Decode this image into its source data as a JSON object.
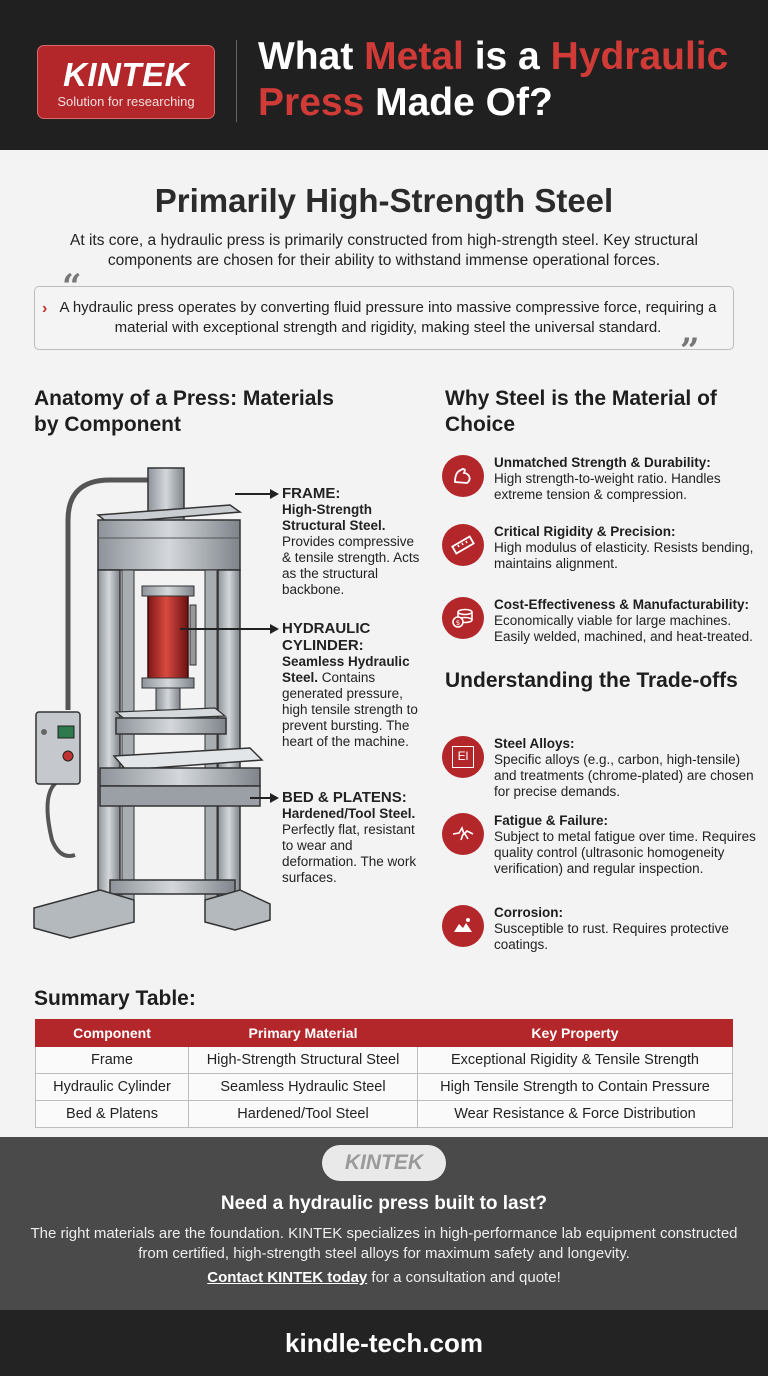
{
  "header": {
    "logo_word": "KINTEK",
    "logo_tagline": "Solution for researching",
    "title_part1": "What ",
    "title_part2": "Metal",
    "title_part3": " is a ",
    "title_part4": "Hydraulic Press",
    "title_part5": " Made Of?"
  },
  "hero": {
    "title": "Primarily High-Strength Steel",
    "text": "At its core, a hydraulic press is primarily constructed from high-strength steel. Key structural components are chosen for their ability to withstand immense operational forces.",
    "quote": "A hydraulic press operates by converting fluid pressure into massive compressive force, requiring a material with exceptional strength and rigidity, making steel the universal standard."
  },
  "anatomy": {
    "heading": "Anatomy of a Press: Materials by Component",
    "callouts": [
      {
        "heading": "FRAME:",
        "material": "High-Strength Structural Steel.",
        "description": "Provides compressive & tensile strength. Acts as the structural backbone."
      },
      {
        "heading": "HYDRAULIC CYLINDER:",
        "material": "Seamless Hydraulic Steel.",
        "description": "Contains generated pressure, high tensile strength to prevent bursting. The heart of the machine."
      },
      {
        "heading": "BED & PLATENS:",
        "material": "Hardened/Tool Steel.",
        "description": "Perfectly flat, resistant to wear and deformation. The work surfaces."
      }
    ]
  },
  "why_steel": {
    "heading": "Why Steel is the Material of Choice",
    "items": [
      {
        "title": "Unmatched Strength & Durability:",
        "text": "High strength-to-weight ratio. Handles extreme tension & compression.",
        "icon": "flexed-arm-icon"
      },
      {
        "title": "Critical Rigidity & Precision:",
        "text": "High modulus of elasticity. Resists bending, maintains alignment.",
        "icon": "ruler-icon"
      },
      {
        "title": "Cost-Effectiveness & Manufacturability:",
        "text": "Economically viable for large machines. Easily welded, machined, and heat-treated.",
        "icon": "coins-icon"
      }
    ]
  },
  "tradeoffs": {
    "heading": "Understanding the Trade-offs",
    "items": [
      {
        "title": "Steel Alloys:",
        "text": "Specific alloys (e.g., carbon, high-tensile) and treatments (chrome-plated) are chosen for precise demands.",
        "icon": "element-icon",
        "icon_text": "El"
      },
      {
        "title": "Fatigue & Failure:",
        "text": "Subject to metal fatigue over time. Requires quality control (ultrasonic homogeneity verification) and regular inspection.",
        "icon": "crack-icon"
      },
      {
        "title": "Corrosion:",
        "text": "Susceptible to rust. Requires protective coatings.",
        "icon": "rust-icon"
      }
    ]
  },
  "summary": {
    "heading": "Summary Table:",
    "columns": [
      "Component",
      "Primary Material",
      "Key Property"
    ],
    "rows": [
      [
        "Frame",
        "High-Strength Structural Steel",
        "Exceptional Rigidity & Tensile Strength"
      ],
      [
        "Hydraulic Cylinder",
        "Seamless Hydraulic Steel",
        "High Tensile Strength to Contain Pressure"
      ],
      [
        "Bed & Platens",
        "Hardened/Tool Steel",
        "Wear Resistance & Force Distribution"
      ]
    ]
  },
  "cta": {
    "logo": "KINTEK",
    "title": "Need a hydraulic press built to last?",
    "text": "The right materials are the foundation. KINTEK specializes in high-performance lab equipment constructed from certified, high-strength steel alloys for maximum safety and longevity.",
    "link_text": "Contact KINTEK today",
    "link_suffix": " for a consultation and quote!"
  },
  "footer": {
    "url": "kindle-tech.com"
  },
  "colors": {
    "brand_red": "#b3262a",
    "dark": "#202020",
    "cta_gray": "#4a4a4a"
  }
}
